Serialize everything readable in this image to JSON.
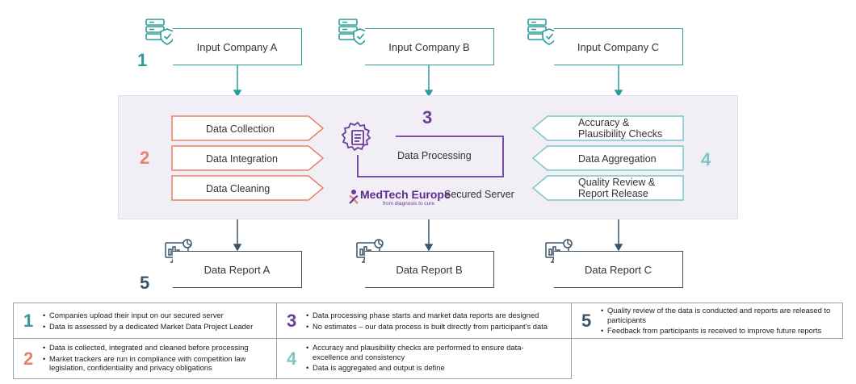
{
  "inputs": [
    {
      "label": "Input Company A"
    },
    {
      "label": "Input Company B"
    },
    {
      "label": "Input Company C"
    }
  ],
  "steps": {
    "s1": "1",
    "s2": "2",
    "s3": "3",
    "s4": "4",
    "s5": "5"
  },
  "left_process": [
    "Data Collection",
    "Data Integration",
    "Data Cleaning"
  ],
  "center": {
    "label": "Data Processing"
  },
  "right_process": [
    {
      "line1": "Accuracy &",
      "line2": "Plausibility Checks"
    },
    {
      "line1": "Data Aggregation",
      "line2": ""
    },
    {
      "line1": "Quality Review &",
      "line2": "Report Release"
    }
  ],
  "brand": {
    "name": "MedTech Europe",
    "tagline": "from diagnosis to cure",
    "suffix": "Secured Server"
  },
  "outputs": [
    {
      "label": "Data Report A"
    },
    {
      "label": "Data Report B"
    },
    {
      "label": "Data Report C"
    }
  ],
  "legend": {
    "c1": {
      "num": "1",
      "items": [
        "Companies upload their input on our secured server",
        "Data is assessed by a dedicated Market Data Project Leader"
      ]
    },
    "c2": {
      "num": "2",
      "items": [
        "Data is collected, integrated and cleaned before processing",
        "Market trackers are run in compliance with competition law legislation, confidentiality and privacy obligations"
      ]
    },
    "c3": {
      "num": "3",
      "items": [
        "Data processing phase starts and market data reports are designed",
        "No estimates – our data process is built directly from participant's data"
      ]
    },
    "c4": {
      "num": "4",
      "items": [
        "Accuracy and plausibility checks are performed to ensure data-excellence and consistency",
        "Data is aggregated and output is define"
      ]
    },
    "c5": {
      "num": "5",
      "items": [
        "Quality review of the data is conducted and reports are released to participants",
        "Feedback from participants is received to improve future reports"
      ]
    }
  },
  "colors": {
    "teal": "#2a9d9a",
    "salmon": "#e8806a",
    "purple": "#6a3d9a",
    "lightteal": "#7cc6c8",
    "slate": "#3d5468",
    "panel": "#f1eef6"
  }
}
